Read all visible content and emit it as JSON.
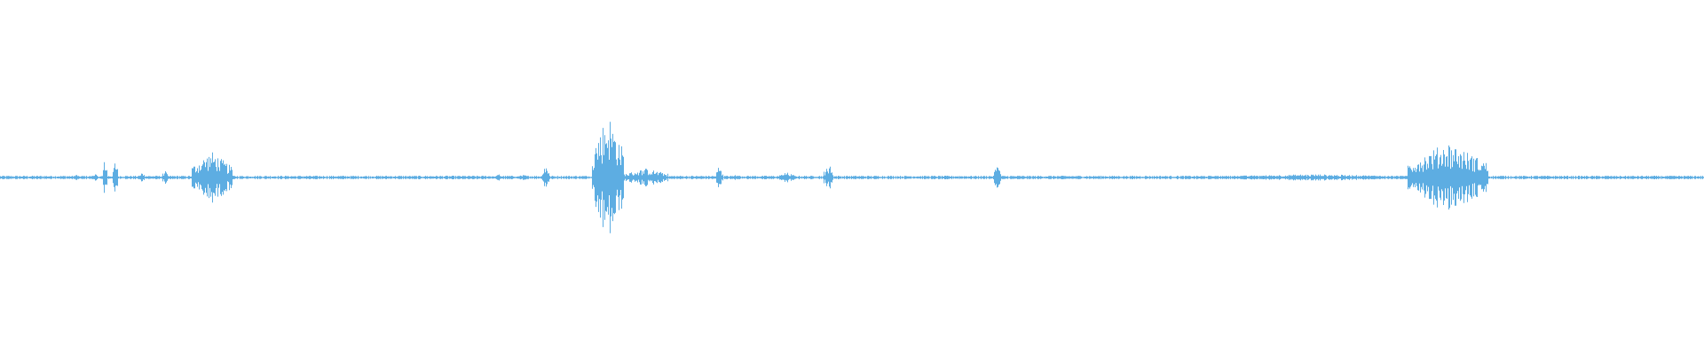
{
  "waveform": {
    "color": "#5dade2",
    "baseline_color": "#5dade2",
    "peak_amplitude_fraction": 0.185,
    "bursts": [
      {
        "start": 0.043,
        "end": 0.046,
        "amp": 0.05
      },
      {
        "start": 0.054,
        "end": 0.057,
        "amp": 0.06
      },
      {
        "start": 0.06,
        "end": 0.063,
        "amp": 0.32
      },
      {
        "start": 0.066,
        "end": 0.069,
        "amp": 0.28
      },
      {
        "start": 0.081,
        "end": 0.085,
        "amp": 0.08
      },
      {
        "start": 0.095,
        "end": 0.098,
        "amp": 0.12
      },
      {
        "start": 0.112,
        "end": 0.136,
        "amp": 0.4
      },
      {
        "start": 0.291,
        "end": 0.294,
        "amp": 0.06
      },
      {
        "start": 0.303,
        "end": 0.311,
        "amp": 0.04
      },
      {
        "start": 0.318,
        "end": 0.322,
        "amp": 0.22
      },
      {
        "start": 0.347,
        "end": 0.366,
        "amp": 1.0
      },
      {
        "start": 0.366,
        "end": 0.392,
        "amp": 0.14
      },
      {
        "start": 0.42,
        "end": 0.424,
        "amp": 0.22
      },
      {
        "start": 0.43,
        "end": 0.434,
        "amp": 0.06
      },
      {
        "start": 0.457,
        "end": 0.466,
        "amp": 0.08
      },
      {
        "start": 0.483,
        "end": 0.489,
        "amp": 0.22
      },
      {
        "start": 0.583,
        "end": 0.587,
        "amp": 0.2
      },
      {
        "start": 0.712,
        "end": 0.83,
        "amp": 0.05
      },
      {
        "start": 0.826,
        "end": 0.873,
        "amp": 0.55
      }
    ]
  }
}
